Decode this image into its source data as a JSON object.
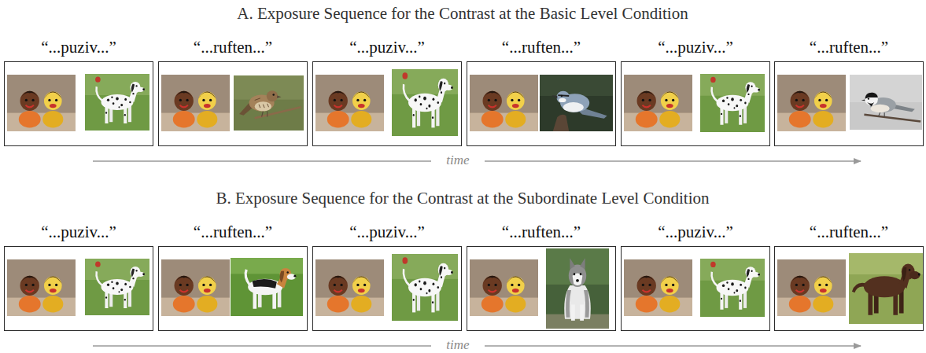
{
  "diagram": {
    "nodes": [
      {
        "text": [
          "“...puziv...”"
        ]
      },
      {
        "text": [
          "“...ruften...”"
        ]
      },
      {
        "text": [
          "“...puziv...”"
        ]
      },
      {
        "text": [
          "“...ruften...”"
        ]
      },
      {
        "text": [
          "“...puziv...”"
        ]
      },
      {
        "text": [
          "“...ruften...”"
        ]
      },
      {
        "text": [
          "“...puziv...”"
        ]
      },
      {
        "text": [
          "“...ruften...”"
        ]
      },
      {
        "text": [
          "“...puziv...”"
        ]
      },
      {
        "text": [
          "“...ruften...”"
        ]
      },
      {
        "text": [
          "“...puziv...”"
        ]
      },
      {
        "text": [
          "“...ruften...”"
        ]
      }
    ],
    "labels": [
      "A. Exposure Sequence for the Contrast at the Basic Level Condition",
      "time",
      "B. Exposure Sequence for the Contrast at the Subordinate Level Condition",
      "time"
    ]
  }
}
